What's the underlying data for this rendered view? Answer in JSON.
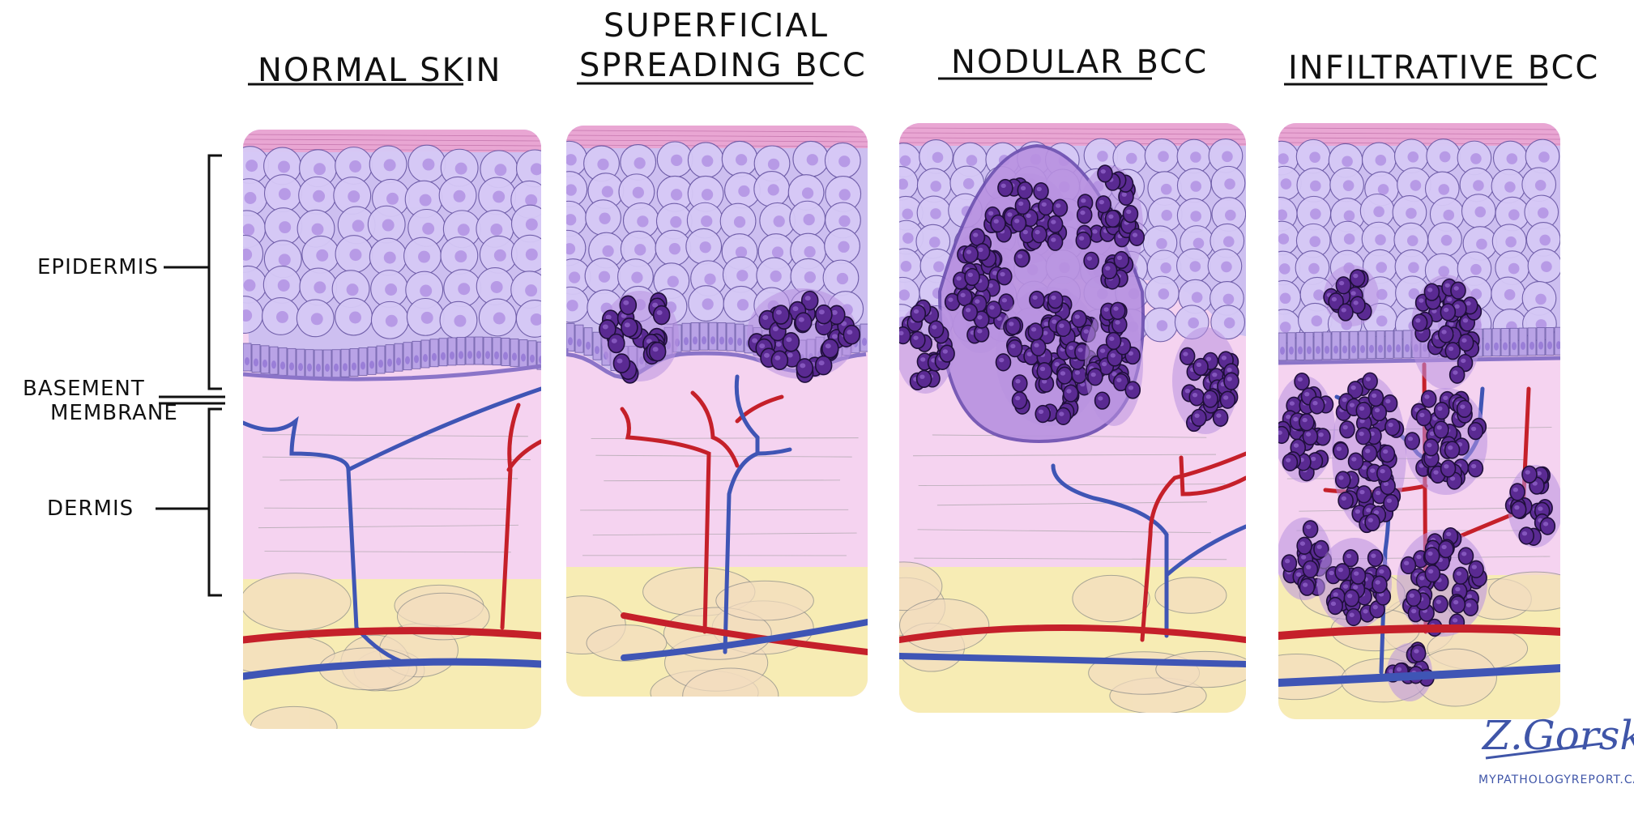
{
  "panels": [
    {
      "id": "normal",
      "title": "NORMAL SKIN"
    },
    {
      "id": "superficial",
      "title_line1": "SUPERFICIAL",
      "title_line2": "SPREADING BCC"
    },
    {
      "id": "nodular",
      "title": "NODULAR BCC"
    },
    {
      "id": "infiltrative",
      "title": "INFILTRATIVE BCC"
    }
  ],
  "side_labels": {
    "epidermis": "EPIDERMIS",
    "basement_line1": "BASEMENT",
    "basement_line2": "MEMBRANE",
    "dermis": "DERMIS"
  },
  "signature": {
    "name": "Z.Gorski",
    "site": "MYPATHOLOGYREPORT.CA"
  },
  "colors": {
    "stratum_corneum": "#e9a6d3",
    "epidermis": "#cdbff0",
    "cell_fill": "#d6c9f6",
    "nucleus": "#b79ae6",
    "basal_layer": "#b9a3e6",
    "dermis": "#f5d3f0",
    "fat": "#f7ecb4",
    "fat_tan": "#f3ddc0",
    "artery": "#c5202a",
    "vein": "#3f55b5",
    "tumor_cell": "#5a2a92",
    "tumor_outline": "#1f0f3a",
    "tumor_surround": "#b891e0",
    "ink": "#111111",
    "signature": "#3f55a8"
  }
}
